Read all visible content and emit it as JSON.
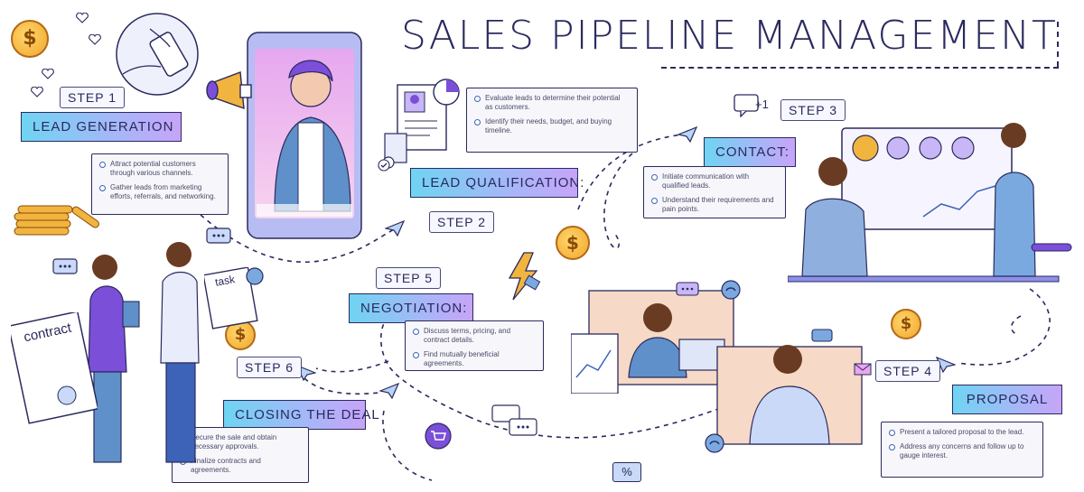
{
  "title": "SALES PIPELINE MANAGEMENT",
  "steps": [
    {
      "step": "STEP 1",
      "label": "LEAD GENERATION",
      "points": [
        "Attract potential customers through various channels.",
        "Gather leads from marketing efforts, referrals, and networking."
      ]
    },
    {
      "step": "STEP 2",
      "label": "LEAD QUALIFICATION:",
      "points": [
        "Evaluate leads to determine their potential as customers.",
        "Identify their needs, budget, and buying timeline."
      ]
    },
    {
      "step": "STEP 3",
      "label": "CONTACT:",
      "points": [
        "Initiate communication with qualified leads.",
        "Understand their requirements and pain points."
      ]
    },
    {
      "step": "STEP 4",
      "label": "PROPOSAL",
      "points": [
        "Present a tailored proposal to the lead.",
        "Address any concerns and follow up to gauge interest."
      ]
    },
    {
      "step": "STEP 5",
      "label": "NEGOTIATION:",
      "points": [
        "Discuss terms, pricing, and contract details.",
        "Find mutually beneficial agreements."
      ]
    },
    {
      "step": "STEP 6",
      "label": "CLOSING THE DEAL",
      "points": [
        "Secure the sale and obtain necessary approvals.",
        "Finalize contracts and agreements."
      ]
    }
  ],
  "illustration_text": {
    "contract": "contract",
    "task": "task",
    "plus_one": "+1",
    "percent": "%"
  },
  "icons": [
    "dollar-coin-icon",
    "heart-icon",
    "megaphone-icon",
    "paper-plane-icon",
    "lightning-icon",
    "chat-bubble-icon",
    "shopping-cart-icon",
    "phone-icon",
    "envelope-icon",
    "checkmark-icon"
  ],
  "colors": {
    "ink": "#2a2a5e",
    "gradient_start": "#6fd4f2",
    "gradient_end": "#c7a4f8",
    "coin": "#f1a72d",
    "accent_purple": "#7b4fd8"
  }
}
